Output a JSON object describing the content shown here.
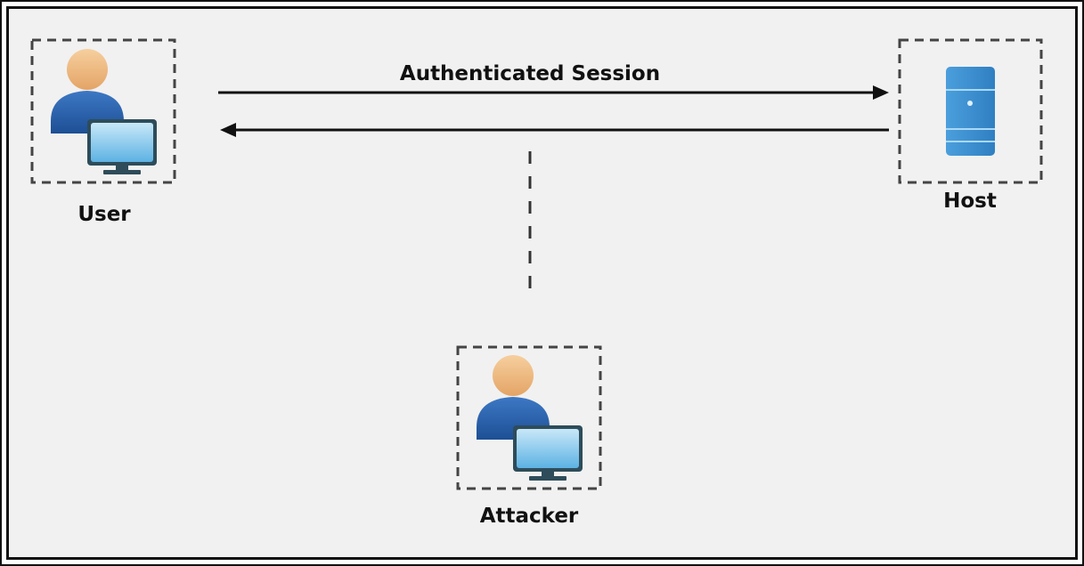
{
  "diagram": {
    "nodes": {
      "user": {
        "label": "User",
        "icon": "user-computer-icon"
      },
      "host": {
        "label": "Host",
        "icon": "server-icon"
      },
      "attacker": {
        "label": "Attacker",
        "icon": "user-computer-icon"
      }
    },
    "edges": {
      "session": {
        "label": "Authenticated Session",
        "from": "User",
        "to": "Host",
        "bidirectional": true
      },
      "eavesdrop": {
        "from": "Attacker",
        "to": "session",
        "style": "dashed"
      }
    },
    "colors": {
      "person_head": "#f0b97a",
      "person_body": "#2a62ad",
      "monitor": "#7cc3ea",
      "server": "#3a8fd0"
    }
  }
}
